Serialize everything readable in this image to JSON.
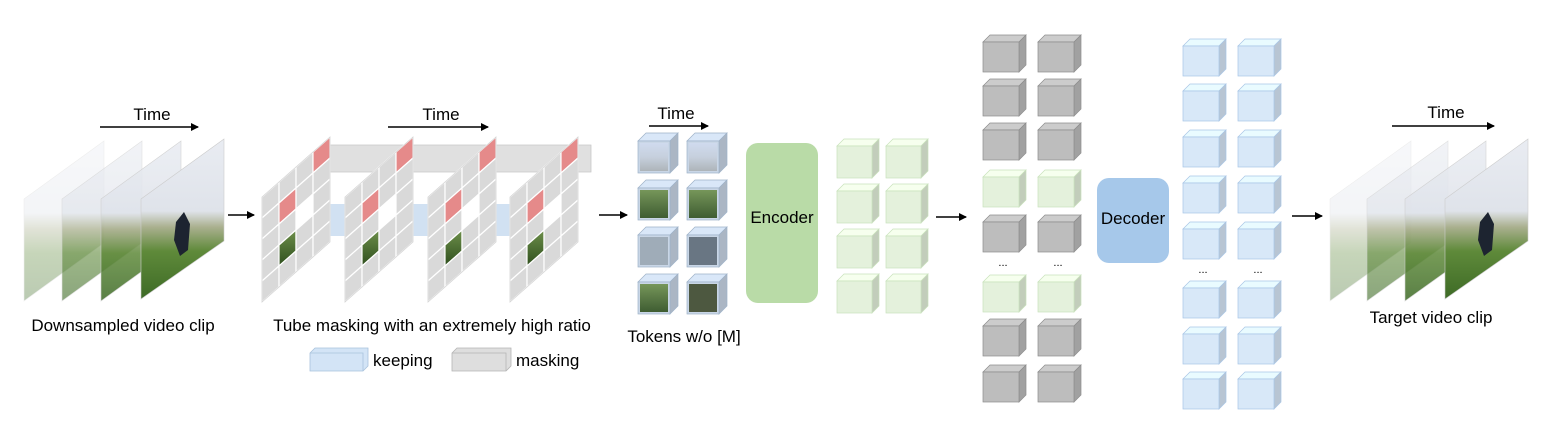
{
  "labels": {
    "time": "Time",
    "downsampled": "Downsampled video clip",
    "tube_masking": "Tube masking with an extremely high ratio",
    "legend_keeping": "keeping",
    "legend_masking": "masking",
    "tokens": "Tokens w/o [M]",
    "encoder": "Encoder",
    "decoder": "Decoder",
    "target": "Target video clip",
    "ellipsis": "..."
  },
  "colors": {
    "encoder": "#b9dba7",
    "decoder": "#a6c8ea",
    "keep_cube": "#d8e8f8",
    "mask_cube": "#bdbdbd",
    "encoded_cube": "#e4f1dc",
    "highlight": "#e58a8a",
    "grid": "#d5d5d5"
  },
  "columns": {
    "mask_tokens": [
      "masked",
      "masked",
      "masked",
      "encoded",
      "masked",
      "ellipsis",
      "encoded",
      "masked",
      "masked"
    ],
    "encoder_tokens": 4,
    "decoder_tokens": 8
  }
}
